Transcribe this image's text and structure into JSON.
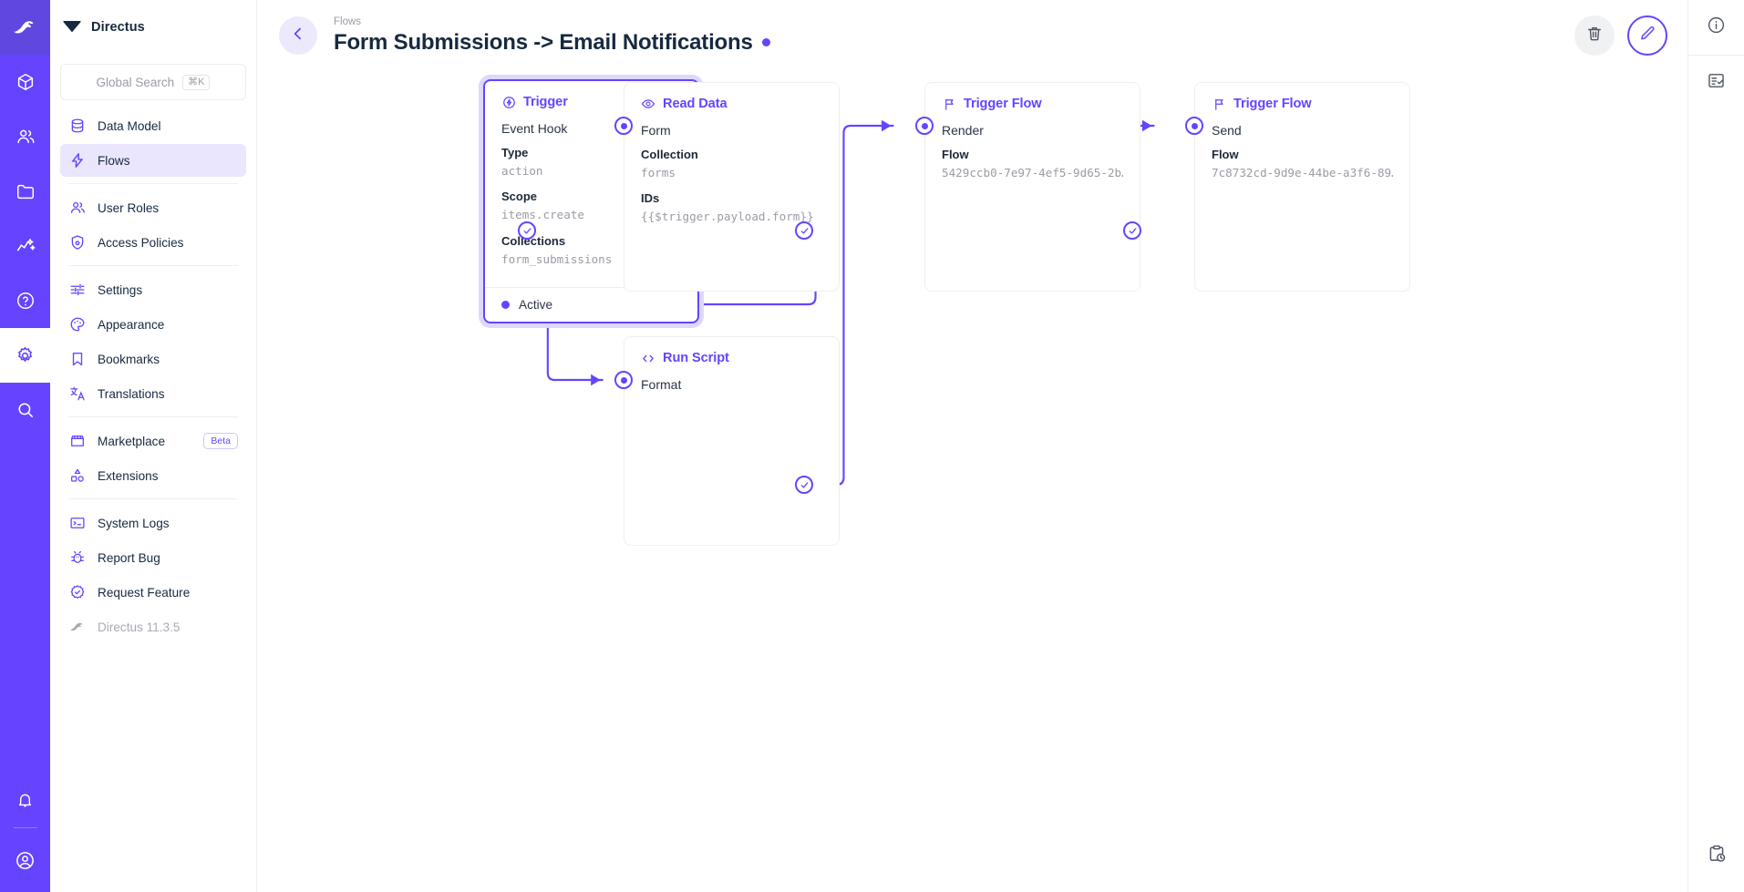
{
  "rail": {
    "items": [
      {
        "name": "directus-logo-icon",
        "label": "Directus"
      },
      {
        "name": "content-cube-icon",
        "label": "Content"
      },
      {
        "name": "users-icon",
        "label": "User Directory"
      },
      {
        "name": "files-folder-icon",
        "label": "File Library"
      },
      {
        "name": "insights-icon",
        "label": "Insights"
      },
      {
        "name": "help-question-icon",
        "label": "Help"
      },
      {
        "name": "settings-gear-icon",
        "label": "Settings"
      },
      {
        "name": "search-icon",
        "label": "Search"
      },
      {
        "name": "notifications-bell-icon",
        "label": "Notifications"
      },
      {
        "name": "user-account-icon",
        "label": "Account"
      }
    ]
  },
  "sidebar": {
    "brand": "Directus",
    "search": {
      "placeholder": "Global Search",
      "shortcut": "⌘K"
    },
    "groups": [
      {
        "items": [
          {
            "label": "Data Model",
            "icon": "database-icon",
            "active": false
          },
          {
            "label": "Flows",
            "icon": "bolt-icon",
            "active": true
          }
        ]
      },
      {
        "items": [
          {
            "label": "User Roles",
            "icon": "users-icon",
            "active": false
          },
          {
            "label": "Access Policies",
            "icon": "shield-lock-icon",
            "active": false
          }
        ]
      },
      {
        "items": [
          {
            "label": "Settings",
            "icon": "sliders-icon",
            "active": false
          },
          {
            "label": "Appearance",
            "icon": "palette-icon",
            "active": false
          },
          {
            "label": "Bookmarks",
            "icon": "bookmark-icon",
            "active": false
          },
          {
            "label": "Translations",
            "icon": "translate-icon",
            "active": false
          }
        ]
      },
      {
        "items": [
          {
            "label": "Marketplace",
            "icon": "storefront-icon",
            "badge": "Beta",
            "active": false
          },
          {
            "label": "Extensions",
            "icon": "shapes-icon",
            "active": false
          }
        ]
      },
      {
        "items": [
          {
            "label": "System Logs",
            "icon": "terminal-icon",
            "active": false
          },
          {
            "label": "Report Bug",
            "icon": "bug-icon",
            "active": false
          },
          {
            "label": "Request Feature",
            "icon": "check-badge-icon",
            "active": false
          },
          {
            "label": "Directus 11.3.5",
            "icon": "directus-rabbit-icon",
            "muted": true,
            "active": false
          }
        ]
      }
    ]
  },
  "header": {
    "breadcrumb": "Flows",
    "title": "Form Submissions -> Email Notifications",
    "status_dot_color": "#6644ff",
    "back_icon": "arrow-left-icon",
    "actions": [
      {
        "name": "delete-flow-button",
        "icon": "trash-icon"
      },
      {
        "name": "edit-flow-button",
        "icon": "pencil-icon"
      }
    ]
  },
  "right_rail": {
    "items": [
      {
        "name": "flow-info-button",
        "icon": "info-circle-icon"
      },
      {
        "name": "flow-logs-button",
        "icon": "list-check-icon"
      },
      {
        "name": "flow-history-button",
        "icon": "clipboard-clock-icon"
      }
    ]
  },
  "canvas": {
    "nodes": [
      {
        "id": "trigger",
        "type_label": "Trigger",
        "type_icon": "trigger-bolt-circle-icon",
        "name": "Event Hook",
        "selected": true,
        "fields": [
          {
            "key": "Type",
            "value": "action"
          },
          {
            "key": "Scope",
            "value": "items.create"
          },
          {
            "key": "Collections",
            "value": "form_submissions"
          }
        ],
        "footer": {
          "label": "Active",
          "dot": true
        }
      },
      {
        "id": "read-data",
        "type_label": "Read Data",
        "type_icon": "eye-icon",
        "name": "Form",
        "selected": false,
        "fields": [
          {
            "key": "Collection",
            "value": "forms"
          },
          {
            "key": "IDs",
            "value": "{{$trigger.payload.form}}"
          }
        ]
      },
      {
        "id": "run-script",
        "type_label": "Run Script",
        "type_icon": "code-brackets-icon",
        "name": "Format",
        "selected": false,
        "fields": []
      },
      {
        "id": "trigger-flow-render",
        "type_label": "Trigger Flow",
        "type_icon": "flag-icon",
        "name": "Render",
        "selected": false,
        "fields": [
          {
            "key": "Flow",
            "value": "5429ccb0-7e97-4ef5-9d65-2b…"
          }
        ]
      },
      {
        "id": "trigger-flow-send",
        "type_label": "Trigger Flow",
        "type_icon": "flag-icon",
        "name": "Send",
        "selected": false,
        "fields": [
          {
            "key": "Flow",
            "value": "7c8732cd-9d9e-44be-a3f6-89…"
          }
        ]
      }
    ],
    "accent": "#6644ff",
    "edge_color": "#6644ff"
  }
}
